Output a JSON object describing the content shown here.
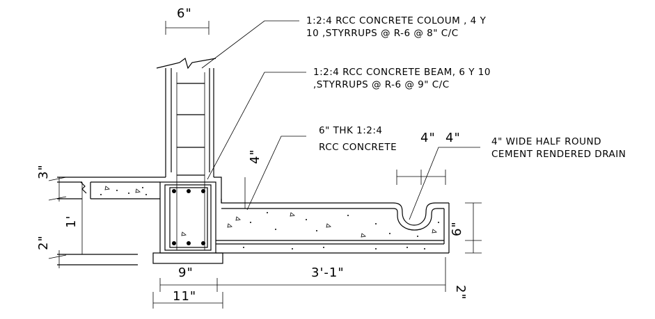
{
  "annotations": {
    "column_line1": "1:2:4 RCC CONCRETE COLOUM , 4 Y",
    "column_line2": "10 ,STYRRUPS @ R-6 @ 8\" C/C",
    "beam_line1": "1:2:4 RCC CONCRETE BEAM, 6 Y 10",
    "beam_line2": ",STYRRUPS @ R-6 @ 9\" C/C",
    "slab_line1": "6\" THK 1:2:4",
    "slab_line2": "RCC CONCRETE",
    "drain_line1": "4\" WIDE HALF ROUND",
    "drain_line2": "CEMENT RENDERED DRAIN"
  },
  "dimensions": {
    "column_width": "6\"",
    "step_height": "3\"",
    "beam_depth": "1'",
    "base_height": "2\"",
    "slab_offset": "4\"",
    "drain_width_a": "4\"",
    "drain_width_b": "4\"",
    "slab_thickness": "6\"",
    "beam_width": "9\"",
    "footing_width": "11\"",
    "slab_length": "3'-1\"",
    "edge_height": "2\""
  }
}
